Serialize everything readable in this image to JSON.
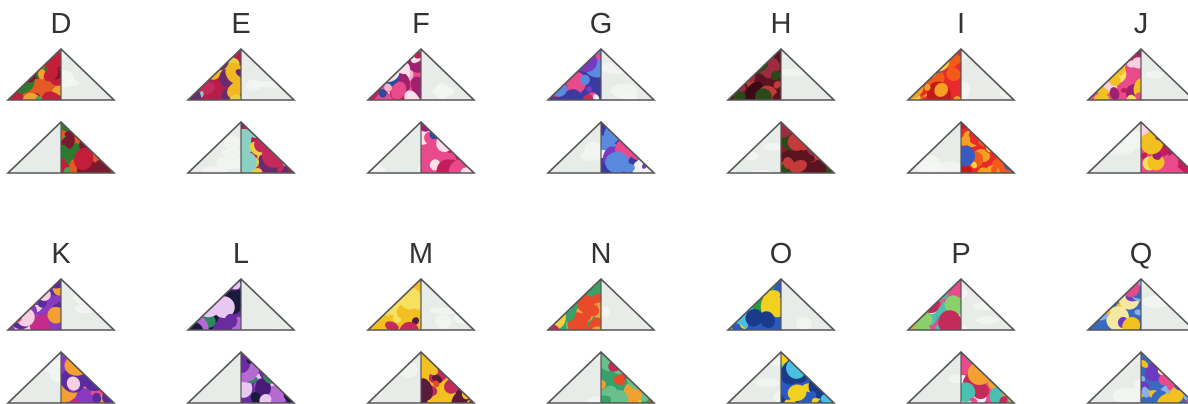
{
  "blocks": [
    {
      "letter": "D",
      "palette": [
        "#e25a24",
        "#2d7a2e",
        "#c41e3a",
        "#f2a032",
        "#7a1a2e",
        "#4aa048"
      ],
      "top_side": "left",
      "bottom_side": "right"
    },
    {
      "letter": "E",
      "palette": [
        "#b81c4a",
        "#8cd0c4",
        "#f0b820",
        "#6a2a6e",
        "#e8d040",
        "#c42a5a"
      ],
      "top_side": "left",
      "bottom_side": "right"
    },
    {
      "letter": "F",
      "palette": [
        "#e84a8c",
        "#f2b4cc",
        "#2a4aa0",
        "#c41e5a",
        "#fbe0ea",
        "#a02070"
      ],
      "top_side": "left",
      "bottom_side": "right"
    },
    {
      "letter": "G",
      "palette": [
        "#3a3aa0",
        "#e84a8c",
        "#f2f2f2",
        "#7a3ac0",
        "#c42a5a",
        "#5a8ae0"
      ],
      "top_side": "left",
      "bottom_side": "right"
    },
    {
      "letter": "H",
      "palette": [
        "#5a1420",
        "#8a1a2a",
        "#3a0a14",
        "#c43a3a",
        "#2a4a1a",
        "#a02a40"
      ],
      "top_side": "left",
      "bottom_side": "right"
    },
    {
      "letter": "I",
      "palette": [
        "#e82a2a",
        "#f4a020",
        "#f25a1a",
        "#ffd040",
        "#c41a1a",
        "#3a5ac0"
      ],
      "top_side": "left",
      "bottom_side": "right"
    },
    {
      "letter": "J",
      "palette": [
        "#e84a8c",
        "#f2c020",
        "#c41e5a",
        "#f5e060",
        "#a02070",
        "#fbd0e0"
      ],
      "top_side": "left",
      "bottom_side": "right"
    },
    {
      "letter": "K",
      "palette": [
        "#8a3ac0",
        "#e84a8c",
        "#f2a032",
        "#5a2aa0",
        "#f5d0e0",
        "#c42a8a"
      ],
      "top_side": "left",
      "bottom_side": "right"
    },
    {
      "letter": "L",
      "palette": [
        "#6a2aa0",
        "#b46ad0",
        "#2a8a5a",
        "#4a1a7a",
        "#e8c8f0",
        "#1a1a3a"
      ],
      "top_side": "left",
      "bottom_side": "right"
    },
    {
      "letter": "M",
      "palette": [
        "#f2c020",
        "#8a1a4a",
        "#e84a2a",
        "#5a1a3a",
        "#f5e060",
        "#c42a5a"
      ],
      "top_side": "left",
      "bottom_side": "right"
    },
    {
      "letter": "N",
      "palette": [
        "#3aa06a",
        "#f2a032",
        "#e84a2a",
        "#6ac08a",
        "#f5d040",
        "#c42a5a"
      ],
      "top_side": "left",
      "bottom_side": "right"
    },
    {
      "letter": "O",
      "palette": [
        "#2a5ac0",
        "#2a9a3a",
        "#4ac0e0",
        "#1a3a8a",
        "#f2d020",
        "#5ad06a"
      ],
      "top_side": "left",
      "bottom_side": "right"
    },
    {
      "letter": "P",
      "palette": [
        "#e84a8c",
        "#4ac0b0",
        "#f2a032",
        "#f2f2f2",
        "#8ad06a",
        "#c42a5a"
      ],
      "top_side": "left",
      "bottom_side": "right"
    },
    {
      "letter": "Q",
      "palette": [
        "#3a6ac0",
        "#f2c020",
        "#e84a8c",
        "#8ab0e8",
        "#f5e8a0",
        "#6a3ac0"
      ],
      "top_side": "left",
      "bottom_side": "right"
    }
  ],
  "colors": {
    "background_fabric": "#e8ece8",
    "background_fabric_light": "#f4f6f4",
    "outline": "#555555",
    "letter": "#333333"
  }
}
